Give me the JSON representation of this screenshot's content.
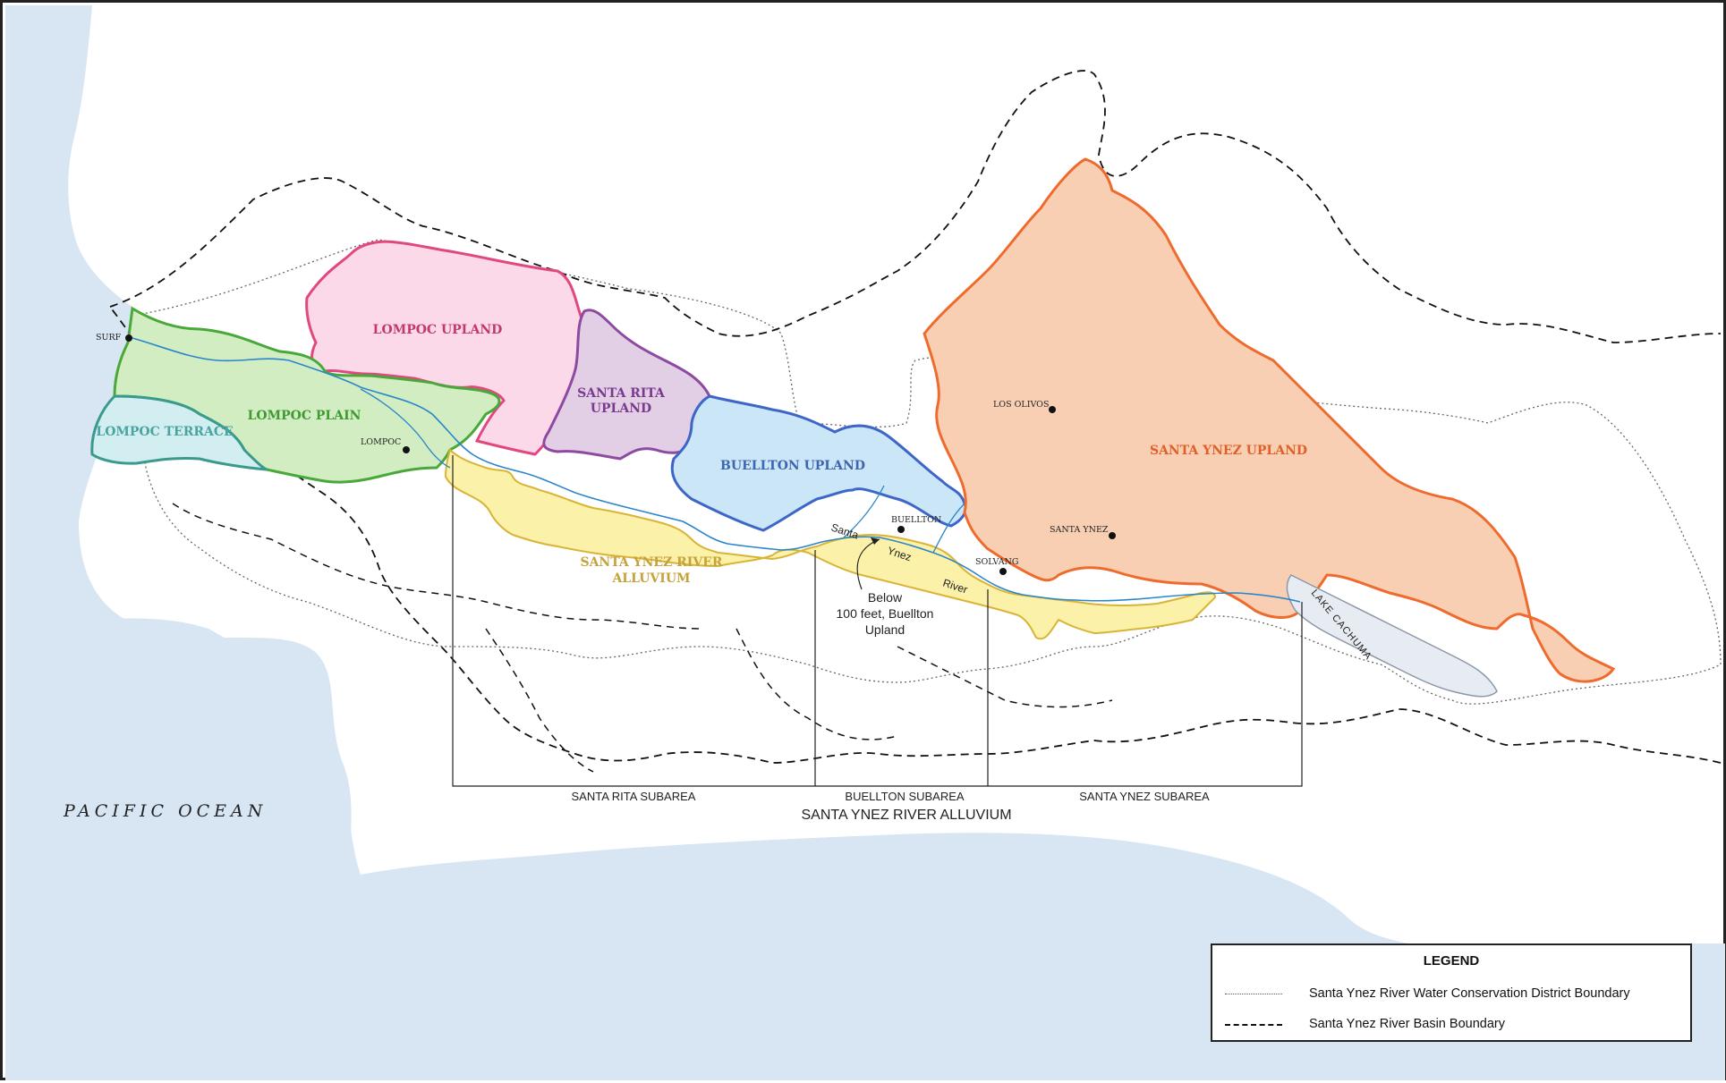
{
  "colors": {
    "ocean": "#d8e5f3",
    "lompoc_upland_fill": "#fbd9e9",
    "lompoc_upland_stroke": "#e0487e",
    "lompoc_upland_text": "#c2386e",
    "santa_rita_fill": "#e2cfe5",
    "santa_rita_stroke": "#8e4aa0",
    "santa_rita_text": "#7a3a8e",
    "lompoc_plain_fill": "#d3edc3",
    "lompoc_plain_stroke": "#49a83a",
    "lompoc_plain_text": "#3f9a32",
    "lompoc_terrace_fill": "#d2eef0",
    "lompoc_terrace_stroke": "#3a9a8e",
    "lompoc_terrace_text": "#4aa4a0",
    "buellton_fill": "#cbe6f7",
    "buellton_stroke": "#3e66c8",
    "buellton_text": "#3e66b0",
    "santa_ynez_upland_fill": "#f9cfb4",
    "santa_ynez_upland_stroke": "#ef6b2d",
    "santa_ynez_upland_text": "#e0602a",
    "alluvium_fill": "#fbf1a8",
    "alluvium_stroke": "#d8b437",
    "alluvium_text": "#c6a23a",
    "river": "#2a86c9",
    "lake_fill": "#e7ecf3"
  },
  "ocean_label": "PACIFIC OCEAN",
  "regions": {
    "lompoc_upland": "LOMPOC UPLAND",
    "santa_rita_upland_line1": "SANTA RITA",
    "santa_rita_upland_line2": "UPLAND",
    "lompoc_plain": "LOMPOC PLAIN",
    "lompoc_terrace": "LOMPOC TERRACE",
    "buellton_upland": "BUELLTON UPLAND",
    "santa_ynez_upland": "SANTA YNEZ UPLAND",
    "alluvium_line1": "SANTA YNEZ RIVER",
    "alluvium_line2": "ALLUVIUM"
  },
  "towns": [
    "SURF",
    "LOMPOC",
    "BUELLTON",
    "SOLVANG",
    "LOS OLIVOS",
    "SANTA YNEZ"
  ],
  "river_words": [
    "Santa",
    "Ynez",
    "River"
  ],
  "lake_label": "LAKE CACHUMA",
  "note_lines": [
    "Below",
    "100 feet, Buellton",
    "Upland"
  ],
  "subareas": [
    "SANTA RITA SUBAREA",
    "BUELLTON SUBAREA",
    "SANTA YNEZ SUBAREA"
  ],
  "subareas_title": "SANTA YNEZ RIVER ALLUVIUM",
  "legend": {
    "title": "LEGEND",
    "items": [
      {
        "label": "Santa Ynez River Water Conservation District Boundary",
        "line_style": "dotted"
      },
      {
        "label": "Santa Ynez River Basin Boundary",
        "line_style": "dashed"
      }
    ]
  }
}
